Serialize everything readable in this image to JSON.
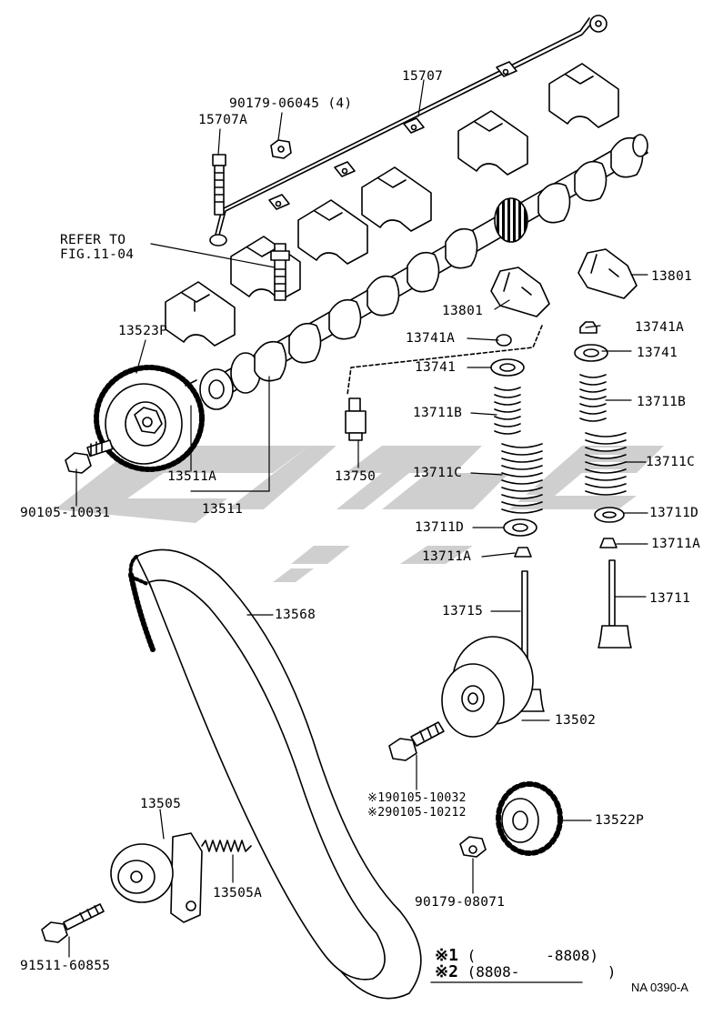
{
  "watermark_color": "#bfbfbf",
  "refer_note": {
    "line1": "REFER TO",
    "line2": "FIG.11-04"
  },
  "labels": {
    "p15707": "15707",
    "p90179_06045": "90179-06045 (4)",
    "p15707A": "15707A",
    "p13801a": "13801",
    "p13801b": "13801",
    "p13741A_a": "13741A",
    "p13741A_b": "13741A",
    "p13523P": "13523P",
    "p13741_a": "13741",
    "p13741_b": "13741",
    "p13711B_a": "13711B",
    "p13711B_b": "13711B",
    "p13711C_a": "13711C",
    "p13711C_b": "13711C",
    "p13711D_a": "13711D",
    "p13711D_b": "13711D",
    "p13711A_a": "13711A",
    "p13711A_b": "13711A",
    "p13715": "13715",
    "p13711": "13711",
    "p13511A": "13511A",
    "p13750": "13750",
    "p13511": "13511",
    "p90105_10031": "90105-10031",
    "p13568": "13568",
    "p13502": "13502",
    "p90105_10032": "※190105-10032",
    "p90105_10212": "※290105-10212",
    "p13505": "13505",
    "p13505A": "13505A",
    "p13522P": "13522P",
    "p90179_08071": "90179-08071",
    "p91511_60855": "91511-60855"
  },
  "legend": {
    "row1_mark": "※1",
    "row1_text": "(        -8808)",
    "row2_mark": "※2",
    "row2_text": "(8808-          )"
  },
  "figure_code": "NA 0390-A"
}
